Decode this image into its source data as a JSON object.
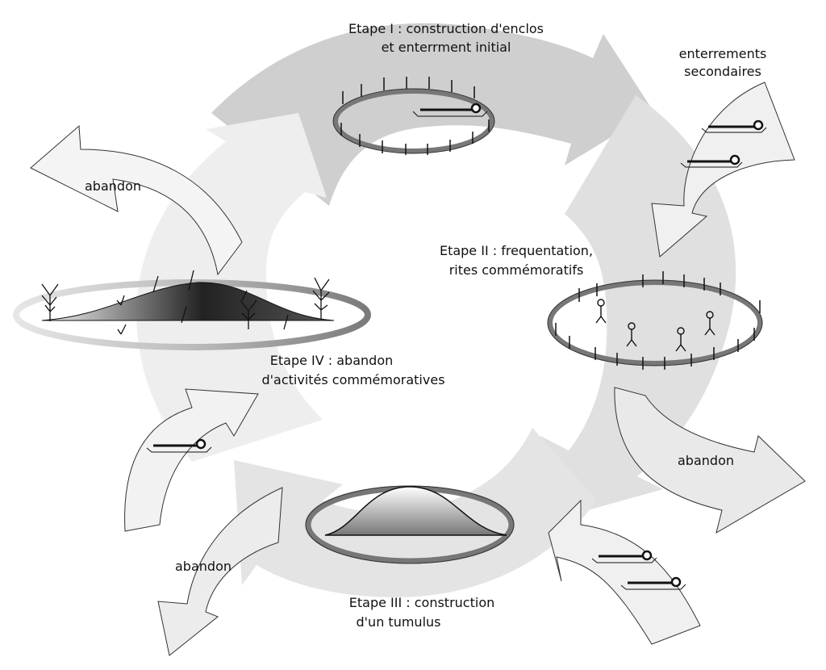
{
  "stages": {
    "stage1": {
      "line1": "Etape I : construction d'enclos",
      "line2": "et enterrment initial"
    },
    "stage2": {
      "line1": "Etape II : frequentation,",
      "line2": "rites commémoratifs"
    },
    "stage3": {
      "line1": "Etape III : construction",
      "line2": "d'un tumulus"
    },
    "stage4": {
      "line1": "Etape IV : abandon",
      "line2": "d'activités commémoratives"
    }
  },
  "side_labels": {
    "secondary": {
      "line1": "enterrements",
      "line2": "secondaires"
    },
    "abandon_top_left": "abandon",
    "abandon_right": "abandon",
    "abandon_bottom_left": "abandon"
  }
}
